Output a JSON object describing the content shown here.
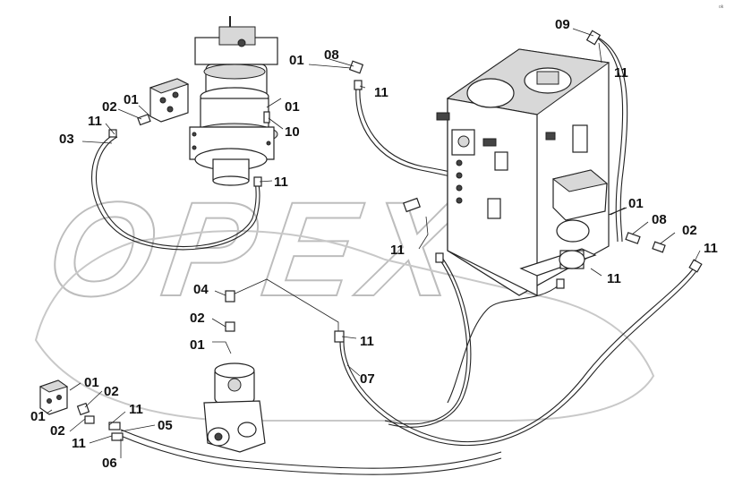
{
  "watermark": "OPEX",
  "corner_mark": "ok",
  "callouts": [
    {
      "id": "c-09",
      "text": "09"
    },
    {
      "id": "c-01-top",
      "text": "01"
    },
    {
      "id": "c-08-top",
      "text": "08"
    },
    {
      "id": "c-11-a",
      "text": "11"
    },
    {
      "id": "c-11-b",
      "text": "11"
    },
    {
      "id": "c-01-mid",
      "text": "01"
    },
    {
      "id": "c-10",
      "text": "10"
    },
    {
      "id": "c-01-left",
      "text": "01"
    },
    {
      "id": "c-02-left",
      "text": "02"
    },
    {
      "id": "c-11-left",
      "text": "11"
    },
    {
      "id": "c-03",
      "text": "03"
    },
    {
      "id": "c-11-c",
      "text": "11"
    },
    {
      "id": "c-01-right",
      "text": "01"
    },
    {
      "id": "c-08-right",
      "text": "08"
    },
    {
      "id": "c-02-right",
      "text": "02"
    },
    {
      "id": "c-11-right",
      "text": "11"
    },
    {
      "id": "c-11-d",
      "text": "11"
    },
    {
      "id": "c-11-e",
      "text": "11"
    },
    {
      "id": "c-04",
      "text": "04"
    },
    {
      "id": "c-02-mid",
      "text": "02"
    },
    {
      "id": "c-01-low",
      "text": "01"
    },
    {
      "id": "c-11-f",
      "text": "11"
    },
    {
      "id": "c-07",
      "text": "07"
    },
    {
      "id": "c-01-bl1",
      "text": "01"
    },
    {
      "id": "c-02-bl1",
      "text": "02"
    },
    {
      "id": "c-01-bl2",
      "text": "01"
    },
    {
      "id": "c-11-g",
      "text": "11"
    },
    {
      "id": "c-05",
      "text": "05"
    },
    {
      "id": "c-02-bl2",
      "text": "02"
    },
    {
      "id": "c-11-h",
      "text": "11"
    },
    {
      "id": "c-06",
      "text": "06"
    }
  ]
}
